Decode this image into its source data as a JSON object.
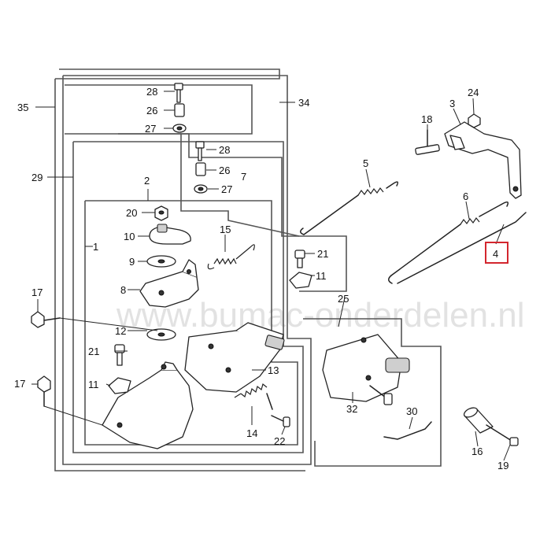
{
  "watermark": "www.bumac-onderdelen.nl",
  "highlight_color": "#d3262e",
  "callouts": [
    "1",
    "2",
    "3",
    "4",
    "5",
    "6",
    "7",
    "8",
    "9",
    "10",
    "11",
    "11",
    "12",
    "13",
    "14",
    "15",
    "16",
    "17",
    "17",
    "18",
    "19",
    "20",
    "21",
    "21",
    "22",
    "24",
    "25",
    "26",
    "26",
    "27",
    "27",
    "28",
    "28",
    "29",
    "30",
    "32",
    "34",
    "35"
  ]
}
